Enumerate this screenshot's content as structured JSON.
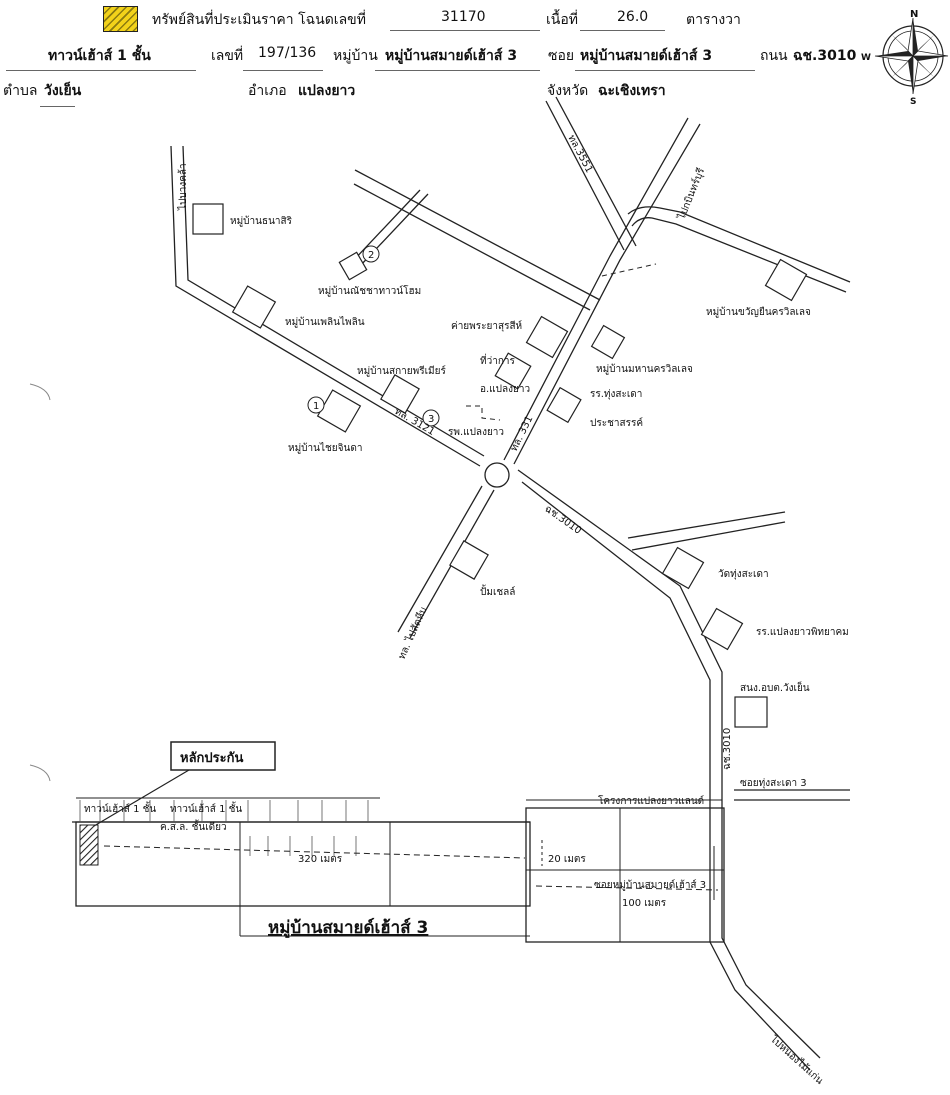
{
  "header": {
    "asset_label": "ทรัพย์สินที่ประเมินราคา โฉนดเลขที่",
    "deed_no": "31170",
    "area_label": "เนื้อที่",
    "area_value": "26.0",
    "area_unit": "ตารางวา",
    "type": "ทาวน์เฮ้าส์ 1 ชั้น",
    "no_label": "เลขที่",
    "no_value": "197/136",
    "village_label": "หมู่บ้าน",
    "village_value": "หมู่บ้านสมายด์เฮ้าส์ 3",
    "soi_label": "ซอย",
    "soi_value": "หมู่บ้านสมายด์เฮ้าส์ 3",
    "road_label": "ถนน",
    "road_value": "ฉช.3010",
    "subdistrict_label": "ตำบล",
    "subdistrict_value": "วังเย็น",
    "district_label": "อำเภอ",
    "district_value": "แปลงยาว",
    "province_label": "จังหวัด",
    "province_value": "ฉะเชิงเทรา"
  },
  "compass": {
    "n": "N",
    "s": "S",
    "w": "W"
  },
  "colors": {
    "legend_fill": "#f2d21a",
    "line": "#222222"
  },
  "map": {
    "roads": {
      "to_bang_khla": "ไปบางคล้า",
      "to_kabinburi": "ไปกบินทร์บุรี",
      "hl3551": "ทล.3551",
      "hl3121": "ทล. 3121",
      "hl331": "ทล. 331",
      "to_sattahip": "ทล. ไปสัตหีบ",
      "chch3010": "ฉช.3010",
      "chch3010_b": "ฉช.3010",
      "soi_thung_sadao": "ซอยทุ่งสะเดา 3",
      "to_nong_mai_kaen": "ไปหนองไม้แก่น"
    },
    "places": {
      "thanasiri": "หมู่บ้านธนาสิริ",
      "natcha": "หมู่บ้านณัชชาทาวน์โฮม",
      "phloen": "หมู่บ้านเพลินไพลิน",
      "kwanyuen": "หมู่บ้านขวัญยืนครวิลเลจ",
      "camp": "ค่ายพระยาสุรสีห์",
      "mahanakorn": "หมู่บ้านมหานครวิลเลจ",
      "sky": "หมู่บ้านสกายพรีเมียร์",
      "amphoe_1": "ที่ว่าการ",
      "amphoe_2": "อ.แปลงยาว",
      "school1_1": "รร.ทุ่งสะเดา",
      "school1_2": "ประชาสรรค์",
      "chaichinda": "หมู่บ้านไชยจินดา",
      "hospital": "รพ.แปลงยาว",
      "pump": "ปั้มเชลล์",
      "wat": "วัดทุ่งสะเดา",
      "school2": "รร.แปลงยาวพิทยาคม",
      "obt": "สนง.อบต.วังเย็น"
    },
    "markers": [
      "1",
      "2",
      "3"
    ],
    "detail": {
      "peg": "หลักประกัน",
      "project": "โครงการแปลงยาวแลนด์",
      "dist_320": "320 เมตร",
      "dist_20": "20 เมตร",
      "dist_100": "100 เมตร",
      "soi_village": "ซอยหมู่บ้านสมายด์เฮ้าส์ 3",
      "village_name": "หมู่บ้านสมายด์เฮ้าส์ 3",
      "unit_1": "ทาวน์เฮ้าส์ 1 ชั้น",
      "unit_2": "ทาวน์เฮ้าส์ 1 ชั้น",
      "unit_3": "ค.ส.ล. ชั้นเดียว"
    }
  }
}
